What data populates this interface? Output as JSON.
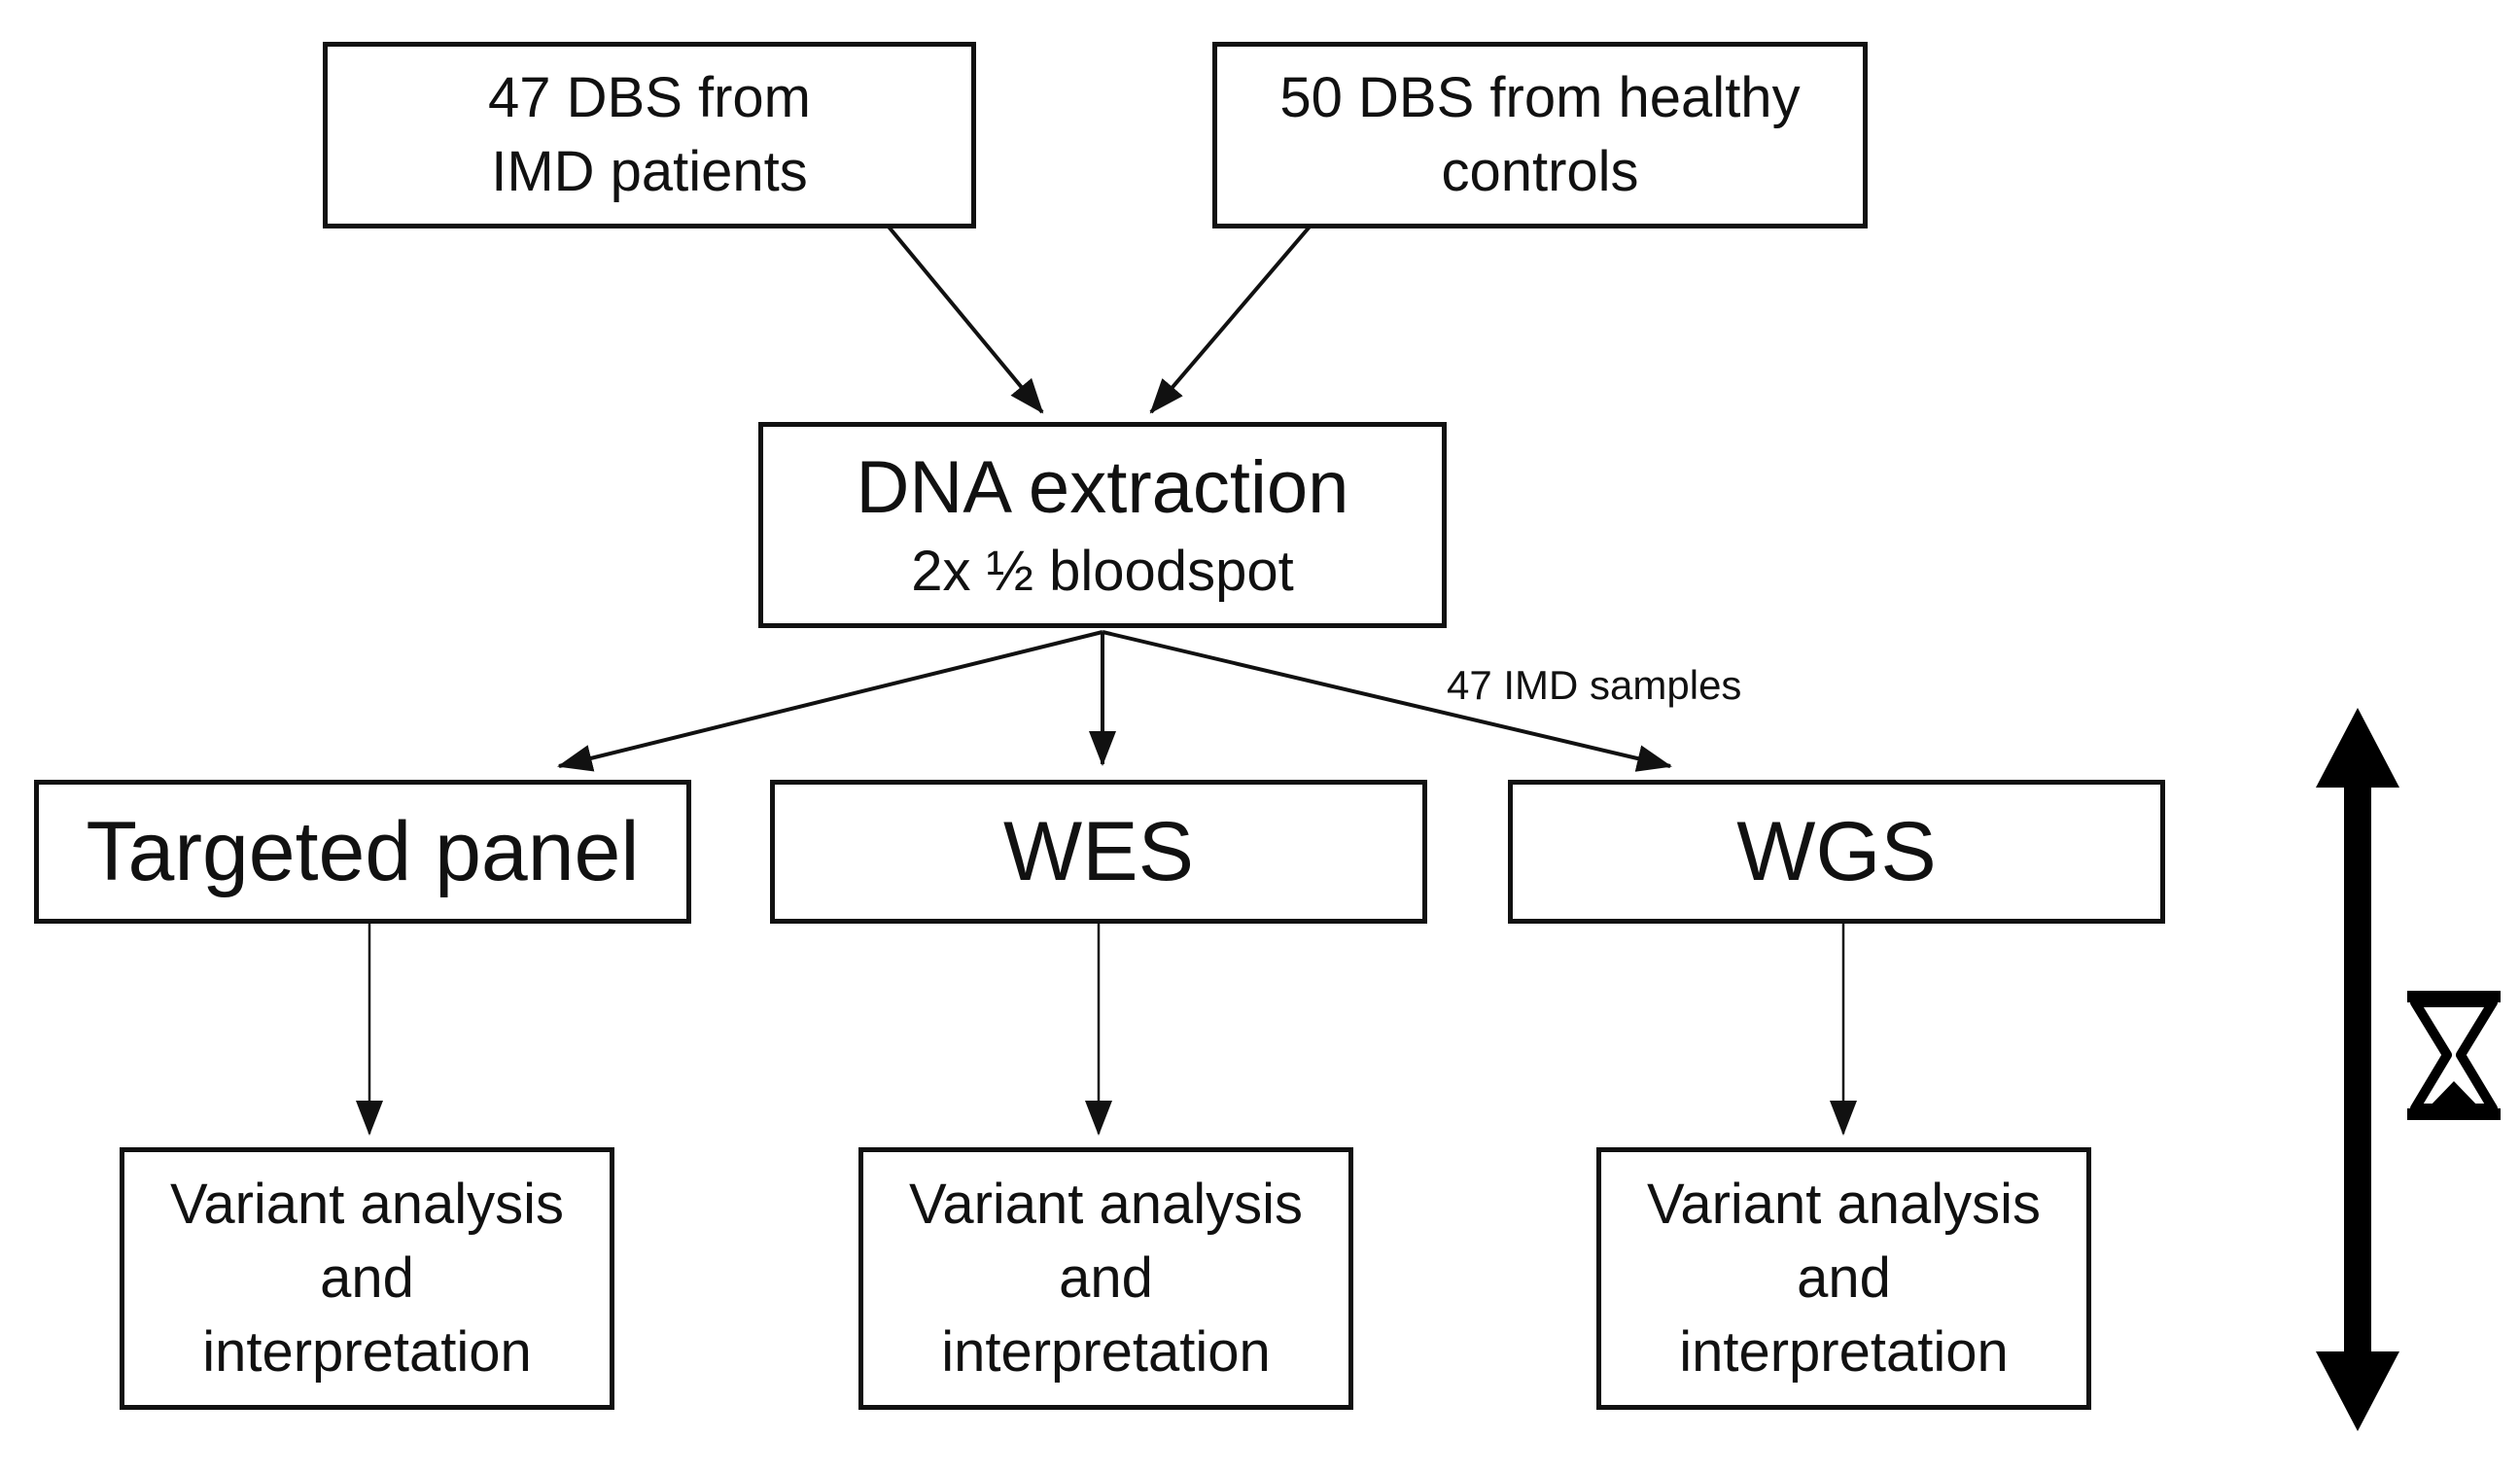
{
  "diagram": {
    "sources": {
      "imd_patients": {
        "line1": "47 DBS from",
        "line2": "IMD patients"
      },
      "healthy_controls": {
        "line1": "50 DBS from healthy",
        "line2": "controls"
      }
    },
    "extraction": {
      "title": "DNA extraction",
      "subtitle": "2x ½ bloodspot"
    },
    "edge_label_wgs": "47 IMD samples",
    "methods": {
      "targeted": "Targeted panel",
      "wes": "WES",
      "wgs": "WGS"
    },
    "analysis": {
      "line1": "Variant analysis",
      "line2": "and",
      "line3": "interpretation"
    },
    "time_indicator": {
      "icon": "hourglass-icon",
      "color": "#000000"
    }
  }
}
